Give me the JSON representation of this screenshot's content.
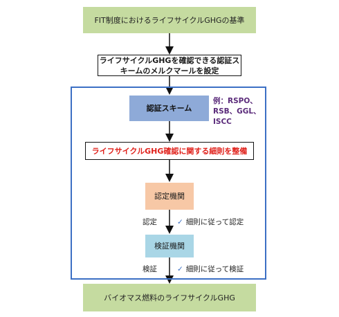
{
  "nodes": {
    "fit_criteria": "FIT制度におけるライフサイクルGHGの基準",
    "set_milestone_line1": "ライフサイクルGHGを確認できる認証ス",
    "set_milestone_line2": "キームのメルクマールを設定",
    "cert_scheme": "認証スキーム",
    "scheme_examples_line1": "例：RSPO、",
    "scheme_examples_line2": "RSB、GGL、",
    "scheme_examples_line3": "ISCC",
    "rules": "ライフサイクルGHG確認に関する細則を整備",
    "accreditation_body": "認定機関",
    "verification_body": "検証機関",
    "biomass_ghg": "バイオマス燃料のライフサイクルGHG"
  },
  "edges": {
    "accreditation_label": "認定",
    "accreditation_note": "細則に従って認定",
    "verification_label": "検証",
    "verification_note": "細則に従って検証",
    "check_mark": "✓"
  },
  "colors": {
    "green": "#c5dba0",
    "steel_blue": "#8eaad8",
    "peach": "#f7c8a6",
    "light_blue": "#a9d6e6",
    "frame_blue": "#3b6fc4",
    "rule_red": "#e0201a",
    "example_purple": "#5a2a7a"
  }
}
